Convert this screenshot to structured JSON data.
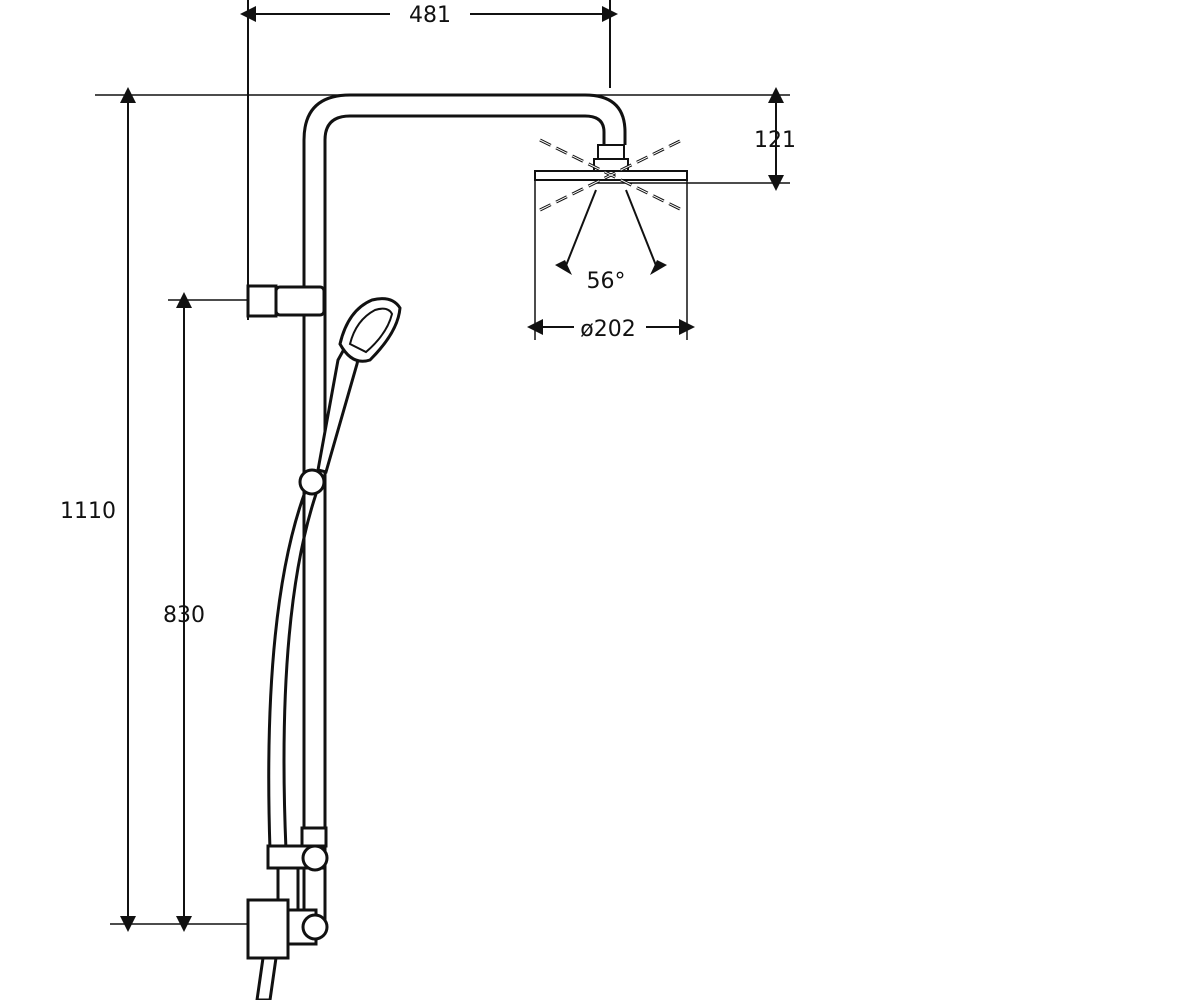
{
  "dimensions": {
    "width_481": "481",
    "height_121": "121",
    "total_height_1110": "1110",
    "slider_height_830": "830",
    "spray_angle": "56°",
    "head_diameter": "ø202"
  },
  "colors": {
    "line": "#111111",
    "background": "#ffffff"
  },
  "icons": {
    "rain_head": "rain-shower-head-icon",
    "hand_shower": "hand-shower-icon",
    "mixer": "mixer-valve-icon"
  }
}
